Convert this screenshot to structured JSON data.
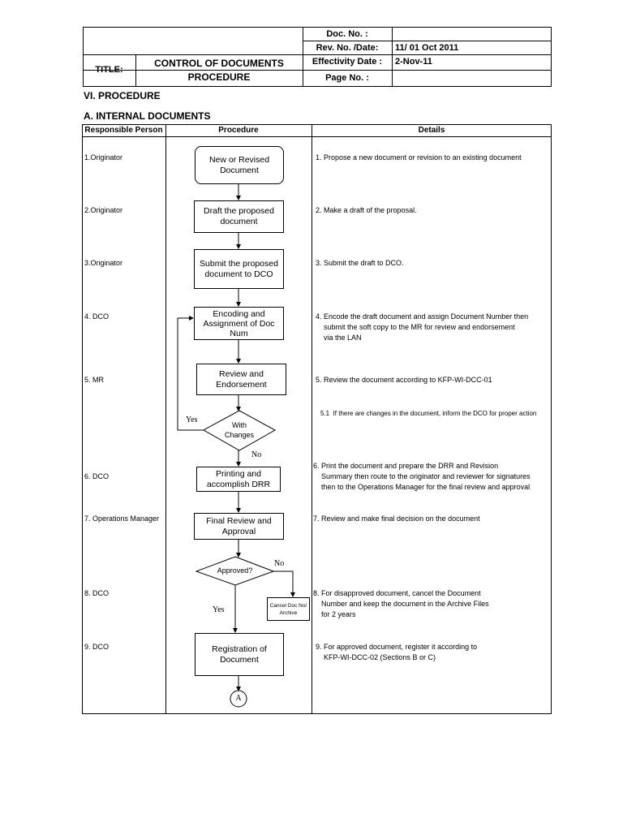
{
  "header": {
    "doc_no_label": "Doc. No. :",
    "doc_no_value": "",
    "rev_label": "Rev. No. /Date:",
    "rev_value": "11/ 01 Oct 2011",
    "effectivity_label": "Effectivity Date :",
    "effectivity_value": "2-Nov-11",
    "page_label": "Page No. :",
    "page_value": "",
    "title_label": "TITLE:",
    "title_line1": "CONTROL OF DOCUMENTS",
    "title_line2": "PROCEDURE"
  },
  "section": {
    "heading": "VI.  PROCEDURE",
    "subheading": "A.  INTERNAL  DOCUMENTS"
  },
  "table": {
    "col_person": "Responsible Person",
    "col_procedure": "Procedure",
    "col_details": "Details"
  },
  "rows": [
    {
      "person": "1.Originator",
      "box": "New or Revised\nDocument",
      "details": "1. Propose a new document or revision to an existing document"
    },
    {
      "person": "2.Originator",
      "box": "Draft the proposed\ndocument",
      "details": "2. Make a draft of the proposal."
    },
    {
      "person": "3.Originator",
      "box": "Submit the proposed\ndocument to DCO",
      "details": "3. Submit the draft to DCO."
    },
    {
      "person": "4. DCO",
      "box": "Encoding and\nAssignment of Doc\nNum",
      "details": "4. Encode the draft document and assign Document Number then\n    submit the soft copy to the MR for review and endorsement\n    via the LAN"
    },
    {
      "person": "5. MR",
      "box": "Review and\nEndorsement",
      "details": "5. Review the document according to KFP-WI-DCC-01"
    },
    {
      "person": "6. DCO",
      "box": "Printing and\naccomplish DRR",
      "details": "6. Print the document and prepare the DRR and Revision\n    Summary then route to the originator and reviewer for signatures\n    then to the Operations Manager for the final review and approval"
    },
    {
      "person": "7. Operations Manager",
      "box": "Final Review and\nApproval",
      "details": "7. Review and make final decision on the document"
    },
    {
      "person": "8. DCO",
      "box": "",
      "details": "8. For disapproved document, cancel the Document\n    Number and keep the document in the Archive Files\n    for 2 years"
    },
    {
      "person": "9. DCO",
      "box": "Registration of\nDocument",
      "details": "9. For approved document, register it according to\n    KFP-WI-DCC-02 (Sections B or C)"
    }
  ],
  "detail_5_1": "5.1  If there are changes in the document, inform the DCO for proper action",
  "decisions": {
    "with_changes": "With\nChanges",
    "approved": "Approved?",
    "yes1": "Yes",
    "no1": "No",
    "no2": "No",
    "yes2": "Yes",
    "cancel_box": "Cancel Doc No/\nArchive",
    "connector": "A"
  }
}
